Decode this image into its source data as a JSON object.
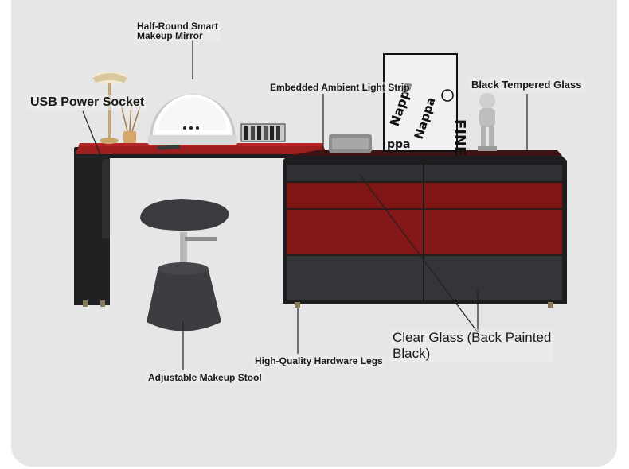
{
  "image": {
    "description_labels": {
      "mirror": "Half-Round Smart\nMakeup Mirror",
      "usb": "USB Power Socket",
      "light_strip": "Embedded Ambient Light Strip",
      "glass": "Black Tempered Glass",
      "clear_glass": "Clear Glass (Back Painted\nBlack)",
      "legs": "High-Quality Hardware Legs",
      "stool": "Adjustable Makeup Stool"
    },
    "poster": {
      "line1": "Nappa",
      "line2": "Nappa",
      "line3": "FINE",
      "line4": "ppa"
    },
    "colors": {
      "background": "#e6e6e6",
      "red_top": "#9b1c1c",
      "drawer_red": "#7e1414",
      "cabinet_dark": "#2b2d30",
      "stool": "#35363a"
    }
  }
}
